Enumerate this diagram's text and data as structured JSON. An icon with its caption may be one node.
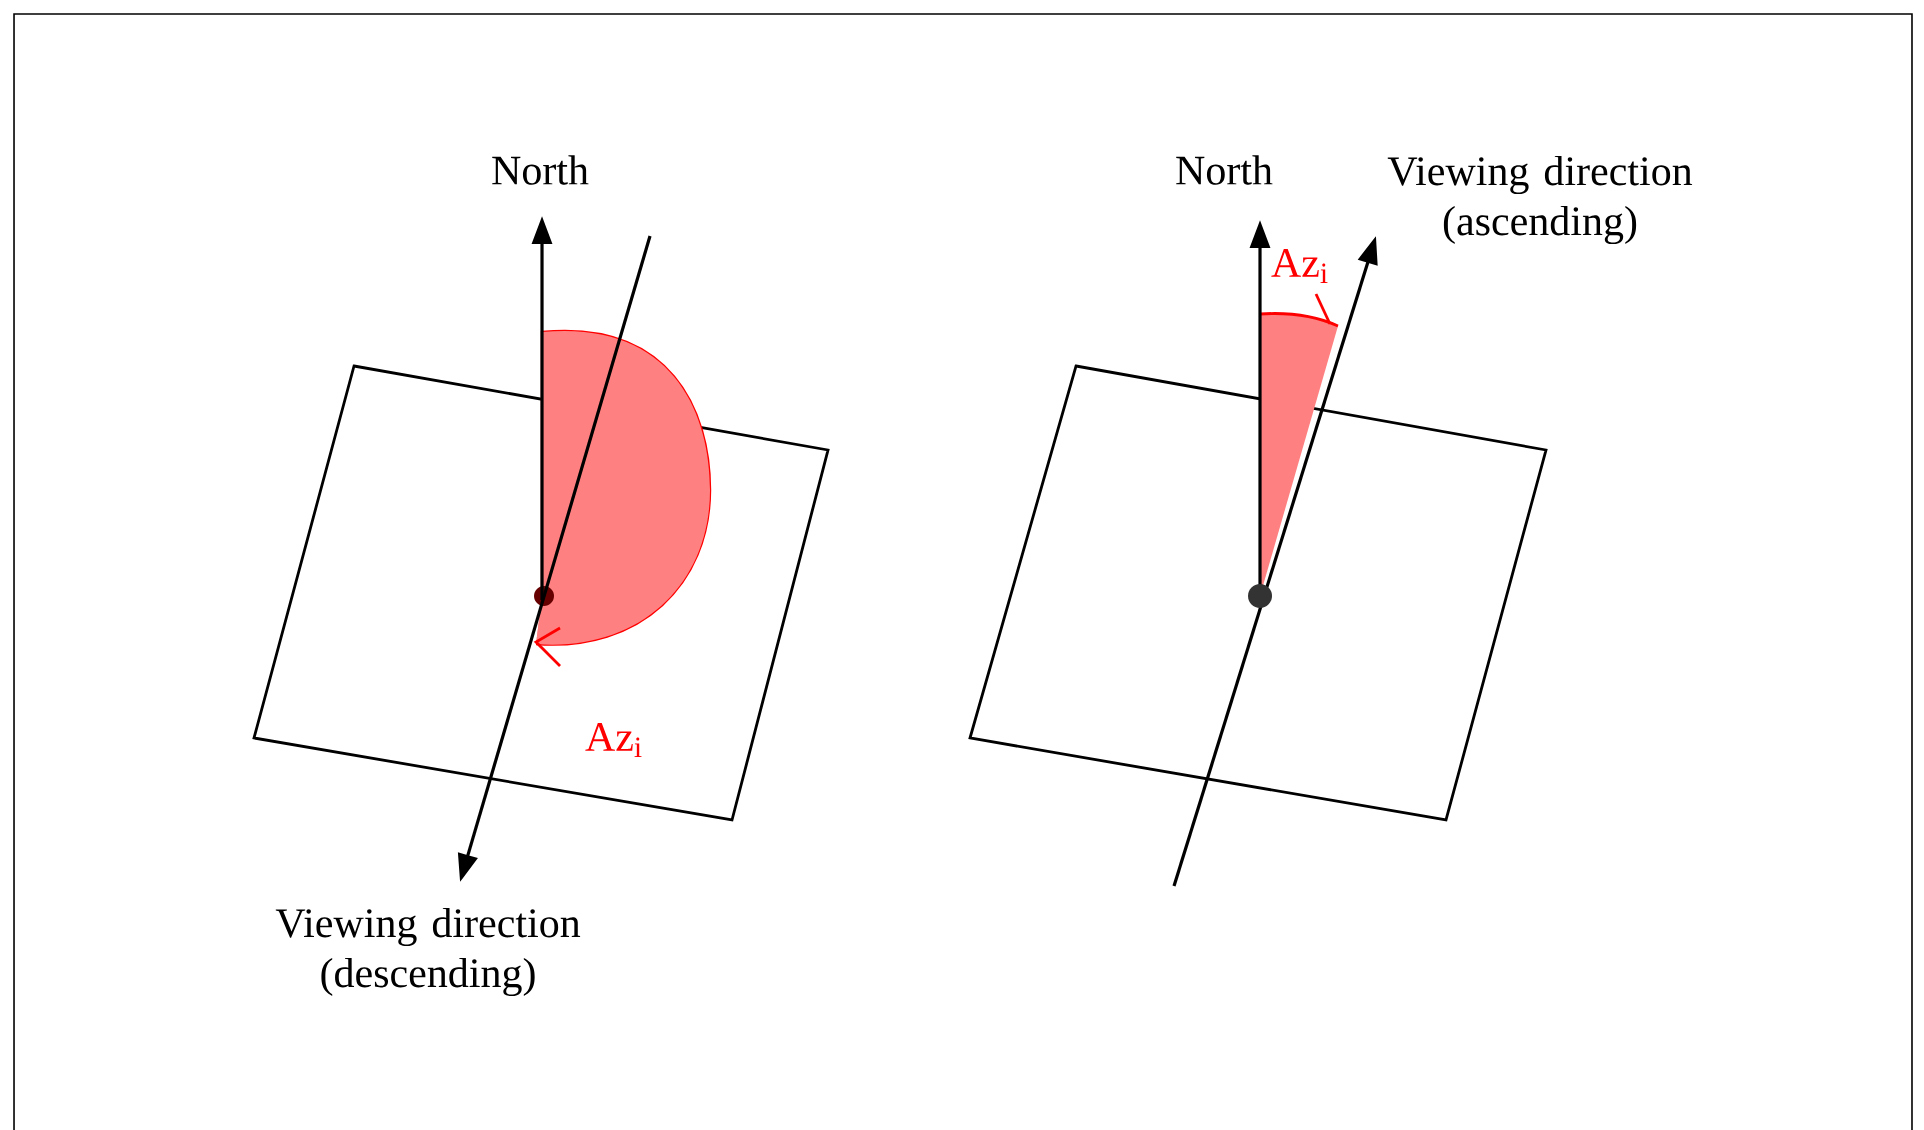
{
  "diagram": {
    "labels": [
      "North",
      "Az$_{i}$",
      "Viewing direction (descending)",
      "North",
      "Viewing direction (ascending)",
      "Az$_{i}$"
    ]
  }
}
